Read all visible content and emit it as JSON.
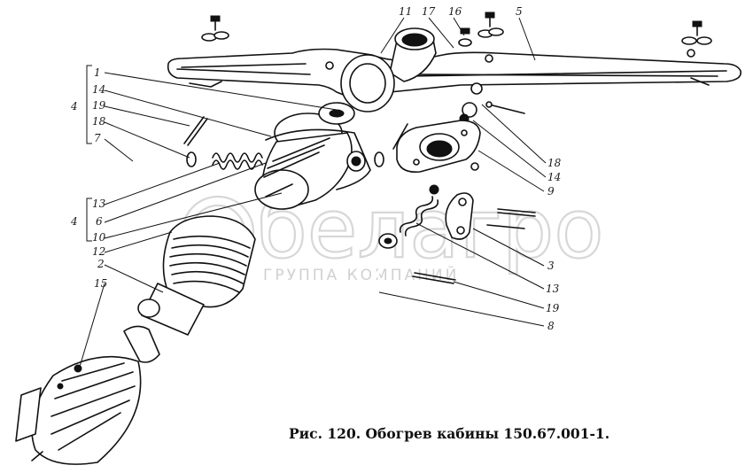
{
  "caption": "Рис. 120. Обогрев кабины 150.67.001-1.",
  "watermark": {
    "brand": "белагро",
    "sub": "ГРУППА КОМПАНИЙ"
  },
  "group_marker": "4",
  "callouts": {
    "left_top": [
      "1",
      "14",
      "19",
      "18",
      "7"
    ],
    "left_mid": [
      "13",
      "6",
      "10"
    ],
    "left_low": [
      "12",
      "2",
      "15"
    ],
    "top": [
      "11",
      "17",
      "16",
      "5"
    ],
    "right": [
      "18",
      "14",
      "9",
      "3",
      "13",
      "19",
      "8"
    ]
  },
  "colors": {
    "ink": "#111111",
    "watermark": "#d7d7d7",
    "background": "#ffffff"
  }
}
